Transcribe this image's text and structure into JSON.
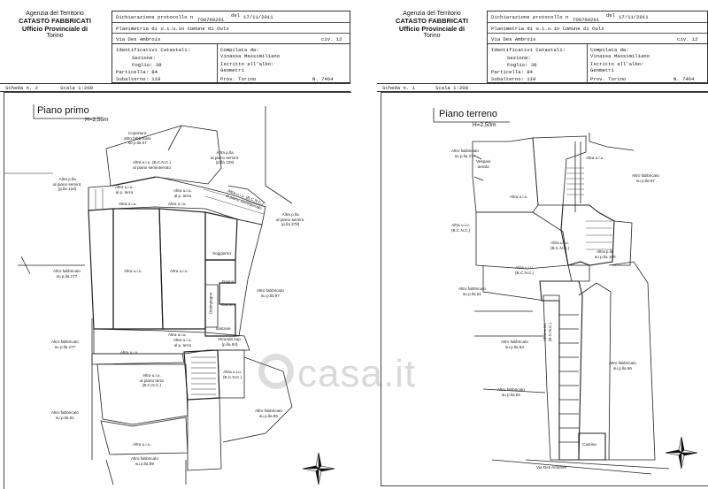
{
  "left": {
    "agency": [
      "Agenzia del Territorio",
      "CATASTO FABBRICATI",
      "Ufficio Provinciale di",
      "Torino"
    ],
    "protocol": "Dichiarazione protocollo n",
    "protocol_num": "TO0760261",
    "protocol_del": "del",
    "protocol_date": "17/11/2011",
    "planimetria": "Planimetria di u.i.u.in Comune di Oulx",
    "address": "Via Des Ambrois",
    "civ": "civ. 12",
    "ident_title": "Identificativi Catastali:",
    "sezione": "Sezione:",
    "foglio": "Foglio: 38",
    "particella": "Particella: 84",
    "subalterno": "Subalterno: 119",
    "compilata": "Compilata da:",
    "compiler": "Vinassa Massimiliano",
    "iscritto": "Iscritto all'albo:",
    "albo": "Geometri",
    "prov": "Prov. Torino",
    "num": "N. 7464",
    "scheda": "Scheda n. 2",
    "scala": "Scala 1:200",
    "floor": "Piano primo",
    "height": "H=2,55m",
    "labels": [
      "Copertura\naltro fabbricato\nsu p.lla 97",
      "Altra p.lla\nal piano semint.\n(p.lla 128)",
      "Altra u.i.u. (B.C.N.C.)\nal piano seminterrato",
      "Altra p.lla\nal piano semint.\n(p.lla 134)",
      "Altra u.i.u.\nal p. terra",
      "Altra u.i.u.\nal p. terra",
      "Altra u.i.u. (B.C.N.C.)\nal piano seminterrato",
      "Altra p.lla\nal piano semint.\n(p.lla 278)",
      "Altra u.i.u.",
      "Altra u.i.u.",
      "Altra u.i.u.",
      "Altra u.i.u.",
      "Soggiorno",
      "Bagno",
      "Disimpegno",
      "Camera",
      "Altro fabbricato\nsu p.lla 277",
      "Altro fabbricato\nsu p.lla 97",
      "Altra u.i.u.",
      "Balcone",
      "Veranda sup.\n(p.lla 84)",
      "Altra u.i.u.\nal p. terra",
      "Altro fabbricato\nsu p.lla 277",
      "Altra u.i.u.",
      "Altra u.i.u.\nal piano terra\n(B.C.N.C.)",
      "Altra u.i.u.\n(B.C.N.C.)",
      "Altro fabbricato\nsu p.lla 61",
      "Altro fabbricato\nsu p.lla 96",
      "Altra u.i.u.",
      "Altro fabbricato\nsu p.lla 89"
    ]
  },
  "right": {
    "agency": [
      "Agenzia del Territorio",
      "CATASTO FABBRICATI",
      "Ufficio Provinciale di",
      "Torino"
    ],
    "protocol": "Dichiarazione protocollo n",
    "protocol_num": "TO0760261",
    "protocol_del": "del",
    "protocol_date": "17/11/2011",
    "planimetria": "Planimetria di u.i.u.in Comune di Oulx",
    "address": "Via Des Ambrois",
    "civ": "civ. 12",
    "ident_title": "Identificativi Catastali:",
    "sezione": "Sezione:",
    "foglio": "Foglio: 38",
    "particella": "Particella: 84",
    "subalterno": "Subalterno: 119",
    "compilata": "Compilata da:",
    "compiler": "Vinassa Massimiliano",
    "iscritto": "Iscritto all'albo:",
    "albo": "Geometri",
    "prov": "Prov. Torino",
    "num": "N. 7464",
    "scheda": "Scheda n. 1",
    "scala": "Scala 1:200",
    "floor": "Piano terreno",
    "height": "H=2,50m",
    "labels": [
      "Altro fabbricato\nsu p.lla 277",
      "Vespaio\naerato",
      "Altra u.i.u.",
      "Altro fabbricato\nsu p.lla 97",
      "Altra u.i.u.",
      "Altra u.i.u.\n(B.C.N.C.)",
      "Altra u.i.u.\n(B.C.N.C.)",
      "Altra p.lla\nsu p.lla 190",
      "Altra u.i.u.\n(B.C.N.C.)",
      "Altro fabbricato\nsu p.lla 61",
      "Altra u.i.u.\n(B.C.N.C.)",
      "Altro fabbricato\nsu p.lla 83",
      "Altro fabbricato\nsu p.lla 96",
      "Altro fabbricato\nsu p.lla 82",
      "Cantina",
      "Via Des Ambrois"
    ]
  },
  "watermark": "casa.it"
}
